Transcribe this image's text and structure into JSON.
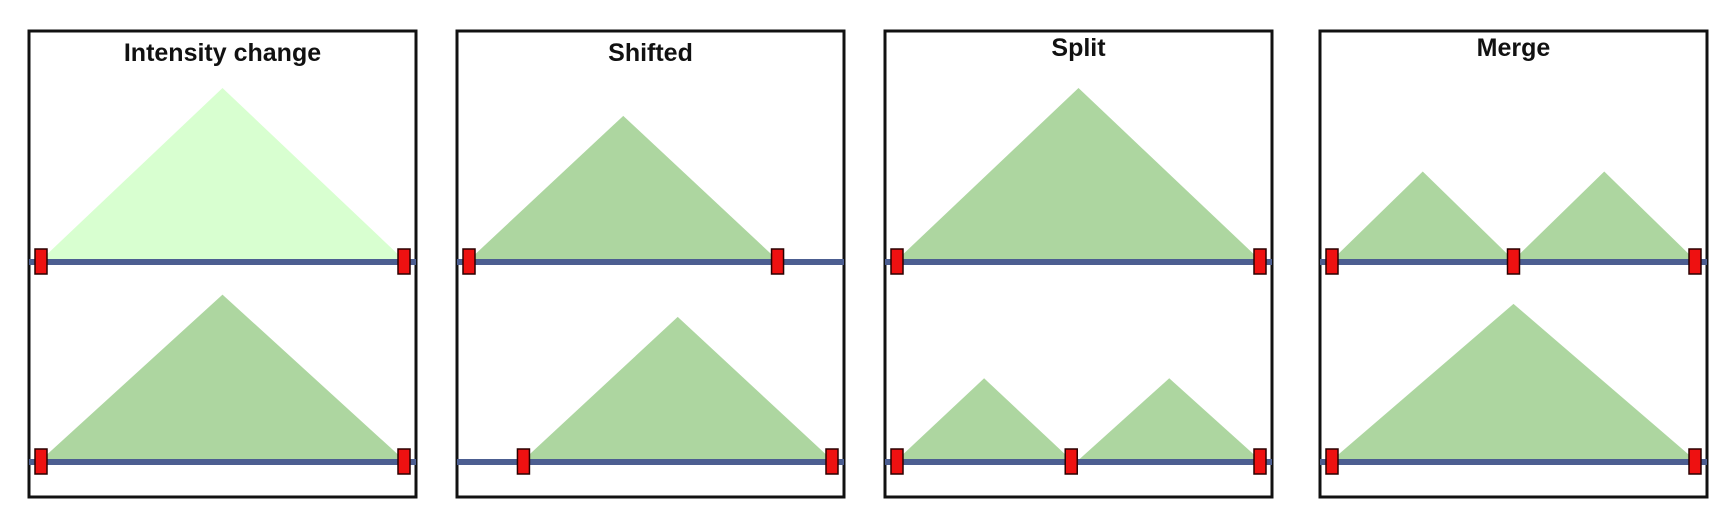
{
  "colors": {
    "frame": "#111111",
    "baseline": "#4c5e91",
    "peak": "#add6a0",
    "peak_light": "#d8ffd0",
    "marker_fill": "#ee1111",
    "marker_stroke": "#2a0000"
  },
  "panels": [
    {
      "title": "Intensity change",
      "rows": [
        {
          "peaks": [
            {
              "from": 0,
              "to": 1,
              "height": 1.0,
              "tone": "light"
            }
          ],
          "markers": [
            0,
            1
          ]
        },
        {
          "peaks": [
            {
              "from": 0,
              "to": 1,
              "height": 0.9,
              "tone": "normal"
            }
          ],
          "markers": [
            0,
            1
          ]
        }
      ]
    },
    {
      "title": "Shifted",
      "rows": [
        {
          "peaks": [
            {
              "from": 0,
              "to": 0.85,
              "height": 0.84,
              "tone": "normal"
            }
          ],
          "markers": [
            0,
            0.85
          ]
        },
        {
          "peaks": [
            {
              "from": 0.15,
              "to": 1,
              "height": 0.78,
              "tone": "normal"
            }
          ],
          "markers": [
            0.15,
            1
          ]
        }
      ]
    },
    {
      "title": "Split",
      "rows": [
        {
          "peaks": [
            {
              "from": 0,
              "to": 1,
              "height": 1.0,
              "tone": "normal"
            }
          ],
          "markers": [
            0,
            1
          ]
        },
        {
          "peaks": [
            {
              "from": 0,
              "to": 0.48,
              "height": 0.45,
              "tone": "normal"
            },
            {
              "from": 0.5,
              "to": 1,
              "height": 0.45,
              "tone": "normal"
            }
          ],
          "markers": [
            0,
            0.48,
            1
          ]
        }
      ]
    },
    {
      "title": "Merge",
      "rows": [
        {
          "peaks": [
            {
              "from": 0,
              "to": 0.5,
              "height": 0.52,
              "tone": "normal"
            },
            {
              "from": 0.5,
              "to": 1,
              "height": 0.52,
              "tone": "normal"
            }
          ],
          "markers": [
            0,
            0.5,
            1
          ]
        },
        {
          "peaks": [
            {
              "from": 0,
              "to": 1,
              "height": 0.85,
              "tone": "normal"
            }
          ],
          "markers": [
            0,
            1
          ]
        }
      ]
    }
  ]
}
